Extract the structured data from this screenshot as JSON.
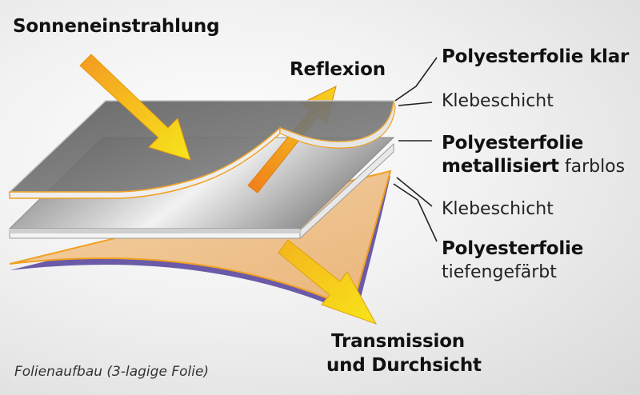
{
  "labels": {
    "sun": "Sonneneinstrahlung",
    "reflexion": "Reflexion",
    "transmission_1": "Transmission",
    "transmission_2": "und Durchsicht",
    "polyester_clear": "Polyesterfolie klar",
    "adhesive_1": "Klebeschicht",
    "polyester_metal_1": "Polyesterfolie",
    "polyester_metal_2_bold": "metallisiert",
    "polyester_metal_2_thin": " farblos",
    "adhesive_2": "Klebeschicht",
    "polyester_tinted_1": "Polyesterfolie",
    "polyester_tinted_2": "tiefengefärbt",
    "caption": "Folienaufbau (3-lagige Folie)"
  },
  "colors": {
    "arrow_yellow": "#f5d21c",
    "arrow_orange": "#f28e1f",
    "layer_tinted": "#f1c590",
    "layer_tinted_edge": "#6a5aa8",
    "layer_clear": "#7a7a7a",
    "layer_metal": "#a8a8a8"
  }
}
